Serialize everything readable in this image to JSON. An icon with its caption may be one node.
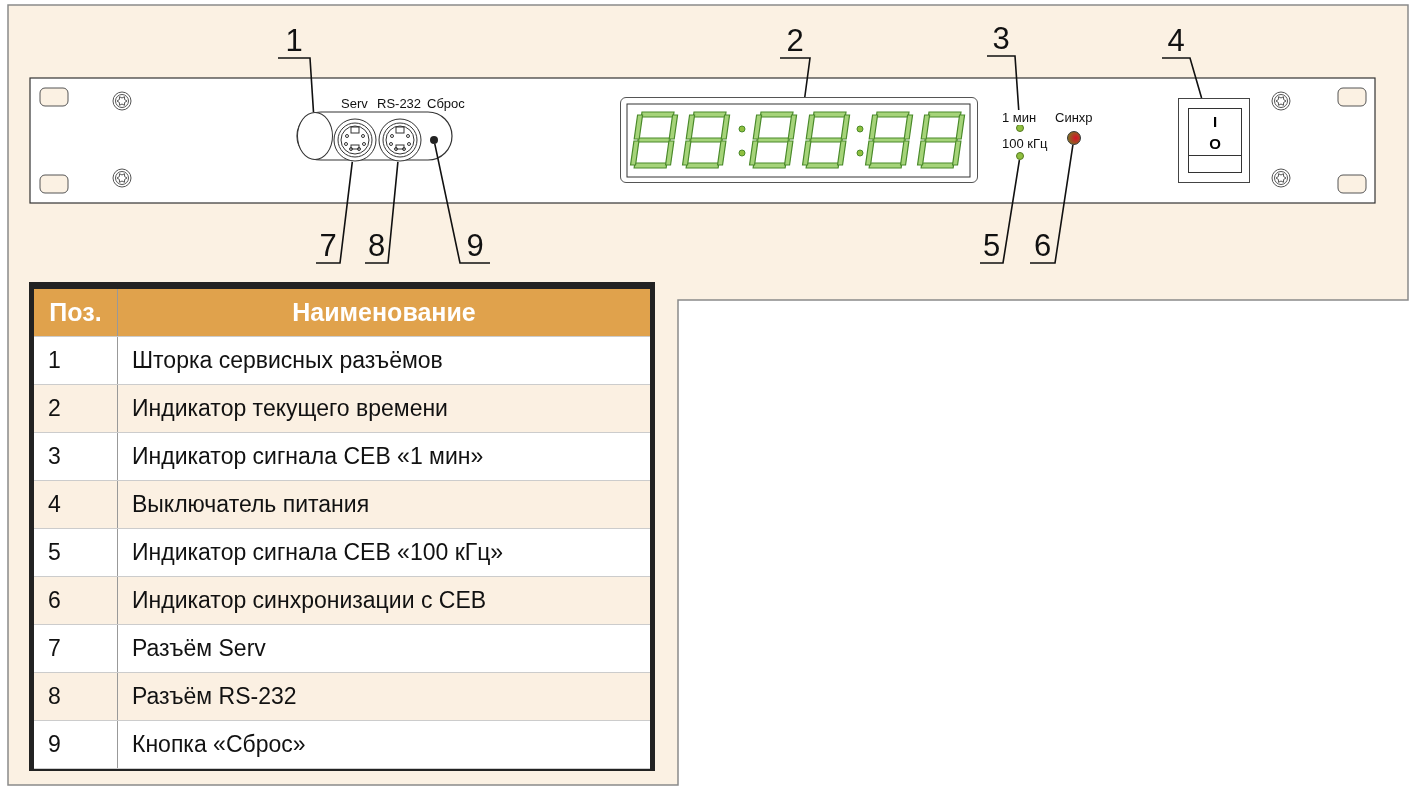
{
  "diagram": {
    "nodes": [
      {
        "text": [
          "1"
        ]
      },
      {
        "text": [
          "2"
        ]
      },
      {
        "text": [
          "3"
        ]
      },
      {
        "text": [
          "4"
        ]
      },
      {
        "text": [],
        "shape": "circle"
      },
      {
        "text": [],
        "shape": "box"
      },
      {
        "text": [],
        "shape": "circle"
      },
      {
        "text": [
          "I",
          "O"
        ]
      },
      {
        "text": [
          "7"
        ]
      },
      {
        "text": [
          "8"
        ]
      },
      {
        "text": [
          "9"
        ]
      },
      {
        "text": [
          "5"
        ]
      },
      {
        "text": [
          "6"
        ]
      },
      {
        "text": [],
        "shape": "circle"
      },
      {
        "text": [],
        "shape": "circle"
      },
      {
        "text": [],
        "shape": "circle"
      },
      {
        "text": [],
        "shape": "circle"
      },
      {
        "text": [],
        "shape": "circle"
      }
    ],
    "edges": [
      {
        "from": 0,
        "to": 4,
        "arrow": "none"
      },
      {
        "from": 1,
        "to": 5,
        "arrow": "none"
      },
      {
        "from": 2,
        "to": 6,
        "arrow": "none"
      },
      {
        "from": 3,
        "to": 7,
        "arrow": "none"
      },
      {
        "from": 8,
        "to": 15,
        "arrow": "none"
      },
      {
        "from": 9,
        "to": 16,
        "arrow": "none"
      },
      {
        "from": 10,
        "to": 17,
        "arrow": "none"
      },
      {
        "from": 11,
        "to": 13,
        "arrow": "none"
      },
      {
        "from": 12,
        "to": 14,
        "arrow": "none"
      }
    ],
    "labels": [
      "Serv",
      "RS-232",
      "Сброс",
      "1 мин",
      "100 кГц",
      "Синхр",
      "Поз.",
      "Наименование",
      "1",
      "Шторка сервисных разъёмов",
      "2",
      "Индикатор текущего времени",
      "3",
      "Индикатор сигнала СЕВ «1 мин»",
      "4",
      "Выключатель питания",
      "5",
      "Индикатор сигнала СЕВ «100 кГц»",
      "6",
      "Индикатор синхронизации с СЕВ",
      "7",
      "Разъём Serv",
      "8",
      "Разъём RS-232",
      "9",
      "Кнопка «Сброс»"
    ]
  }
}
